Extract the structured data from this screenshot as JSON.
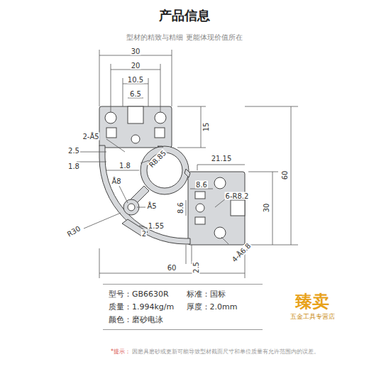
{
  "diagram": {
    "title": "产品信息",
    "nodes": [
      {
        "text": [
          "型号：GB6630R",
          "标准：国标",
          "质量：1.994kg/m",
          "厚度：2.0mm",
          "颜色：磨砂电泳"
        ]
      }
    ],
    "labels": [
      "型材的精致与精细 更能体现价值所在",
      "30",
      "20",
      "10.5",
      "6.5",
      "15",
      "2-Å5",
      "2.5",
      "1.8",
      "1.8",
      "R8.85",
      "Å8",
      "21.15",
      "8.6",
      "8.6",
      "6-R8.2",
      "Å5",
      "30",
      "60",
      "R30",
      "1.55",
      "2",
      "2.5",
      "4-Å6.8",
      "60",
      "臻卖",
      "五金工具专营店",
      "*提示：",
      "因磨具磨砂或更新可能导致型材截面尺寸和单位质量有允许范围内的误差。"
    ]
  }
}
